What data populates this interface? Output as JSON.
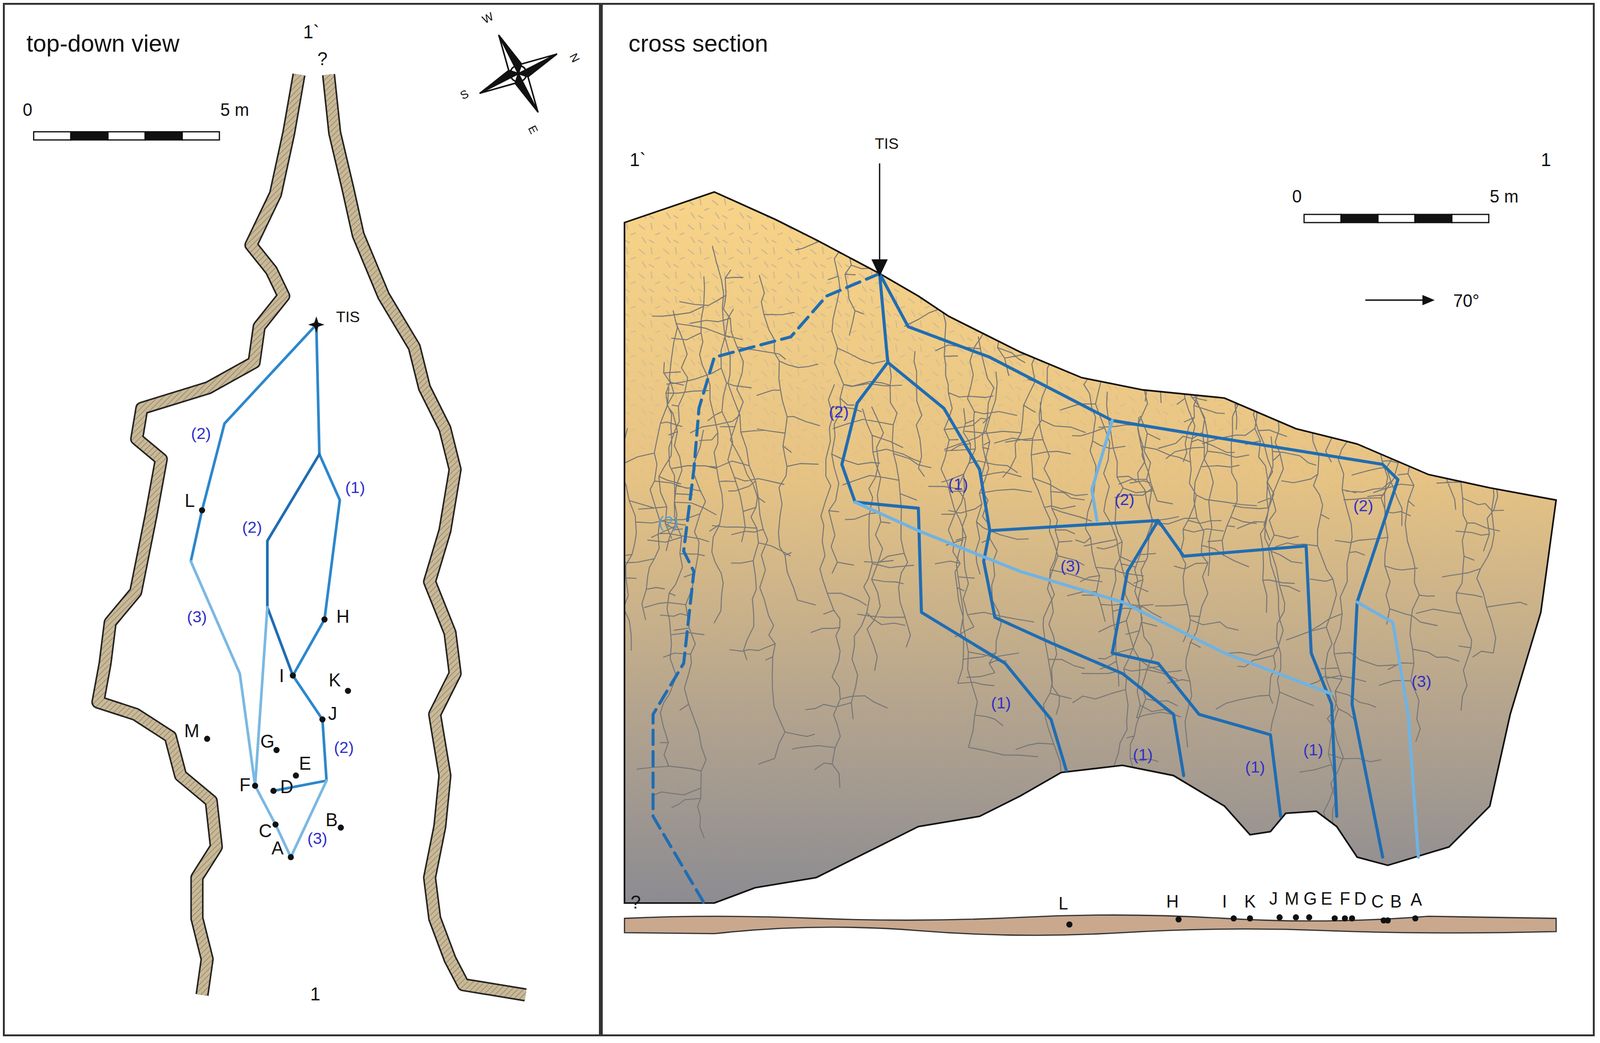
{
  "diagram": {
    "nodes": [
      {
        "text": [
          "top-down view"
        ]
      },
      {
        "text": [
          "cross section"
        ]
      }
    ],
    "labels": [
      "1`",
      "?",
      "0",
      "5 m",
      "W",
      "N",
      "S",
      "E",
      "TIS",
      "(2)",
      "(1)",
      "L",
      "(2)",
      "(3)",
      "H",
      "I",
      "K",
      "J",
      "M",
      "G",
      "(2)",
      "E",
      "F",
      "D",
      "B",
      "C",
      "(3)",
      "A",
      "1",
      "TIS",
      "1`",
      "1",
      "0",
      "5 m",
      "70°",
      "(2)",
      "(1)",
      "(2)",
      "(2)",
      "(?)",
      "(3)",
      "(3)",
      "(1)",
      "(1)",
      "(1)",
      "(1)",
      "?",
      "L",
      "H",
      "I",
      "K",
      "J",
      "M",
      "G",
      "E",
      "F",
      "D",
      "C",
      "B",
      "A"
    ]
  }
}
